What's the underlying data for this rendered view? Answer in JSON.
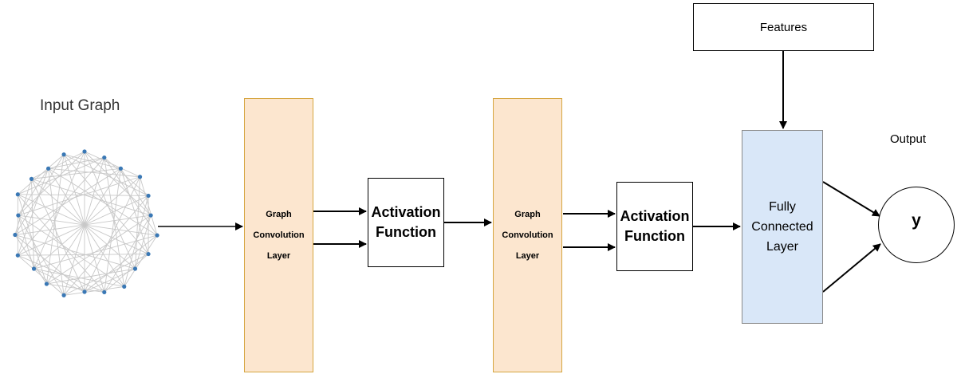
{
  "input_label": "Input Graph",
  "gcl1": {
    "line1": "Graph",
    "line2": "Convolution",
    "line3": "Layer"
  },
  "act1": {
    "line1": "Activation",
    "line2": "Function"
  },
  "gcl2": {
    "line1": "Graph",
    "line2": "Convolution",
    "line3": "Layer"
  },
  "act2": {
    "line1": "Activation",
    "line2": "Function"
  },
  "features_label": "Features",
  "fcl": {
    "line1": "Fully",
    "line2": "Connected",
    "line3": "Layer"
  },
  "output_label": "Output",
  "output_symbol": "y",
  "colors": {
    "gcl_fill": "#fce6cf",
    "gcl_border": "#d6a640",
    "fcl_fill": "#d9e7f8",
    "graph_node": "#3a78b5",
    "graph_edge": "#c8c8c8"
  }
}
